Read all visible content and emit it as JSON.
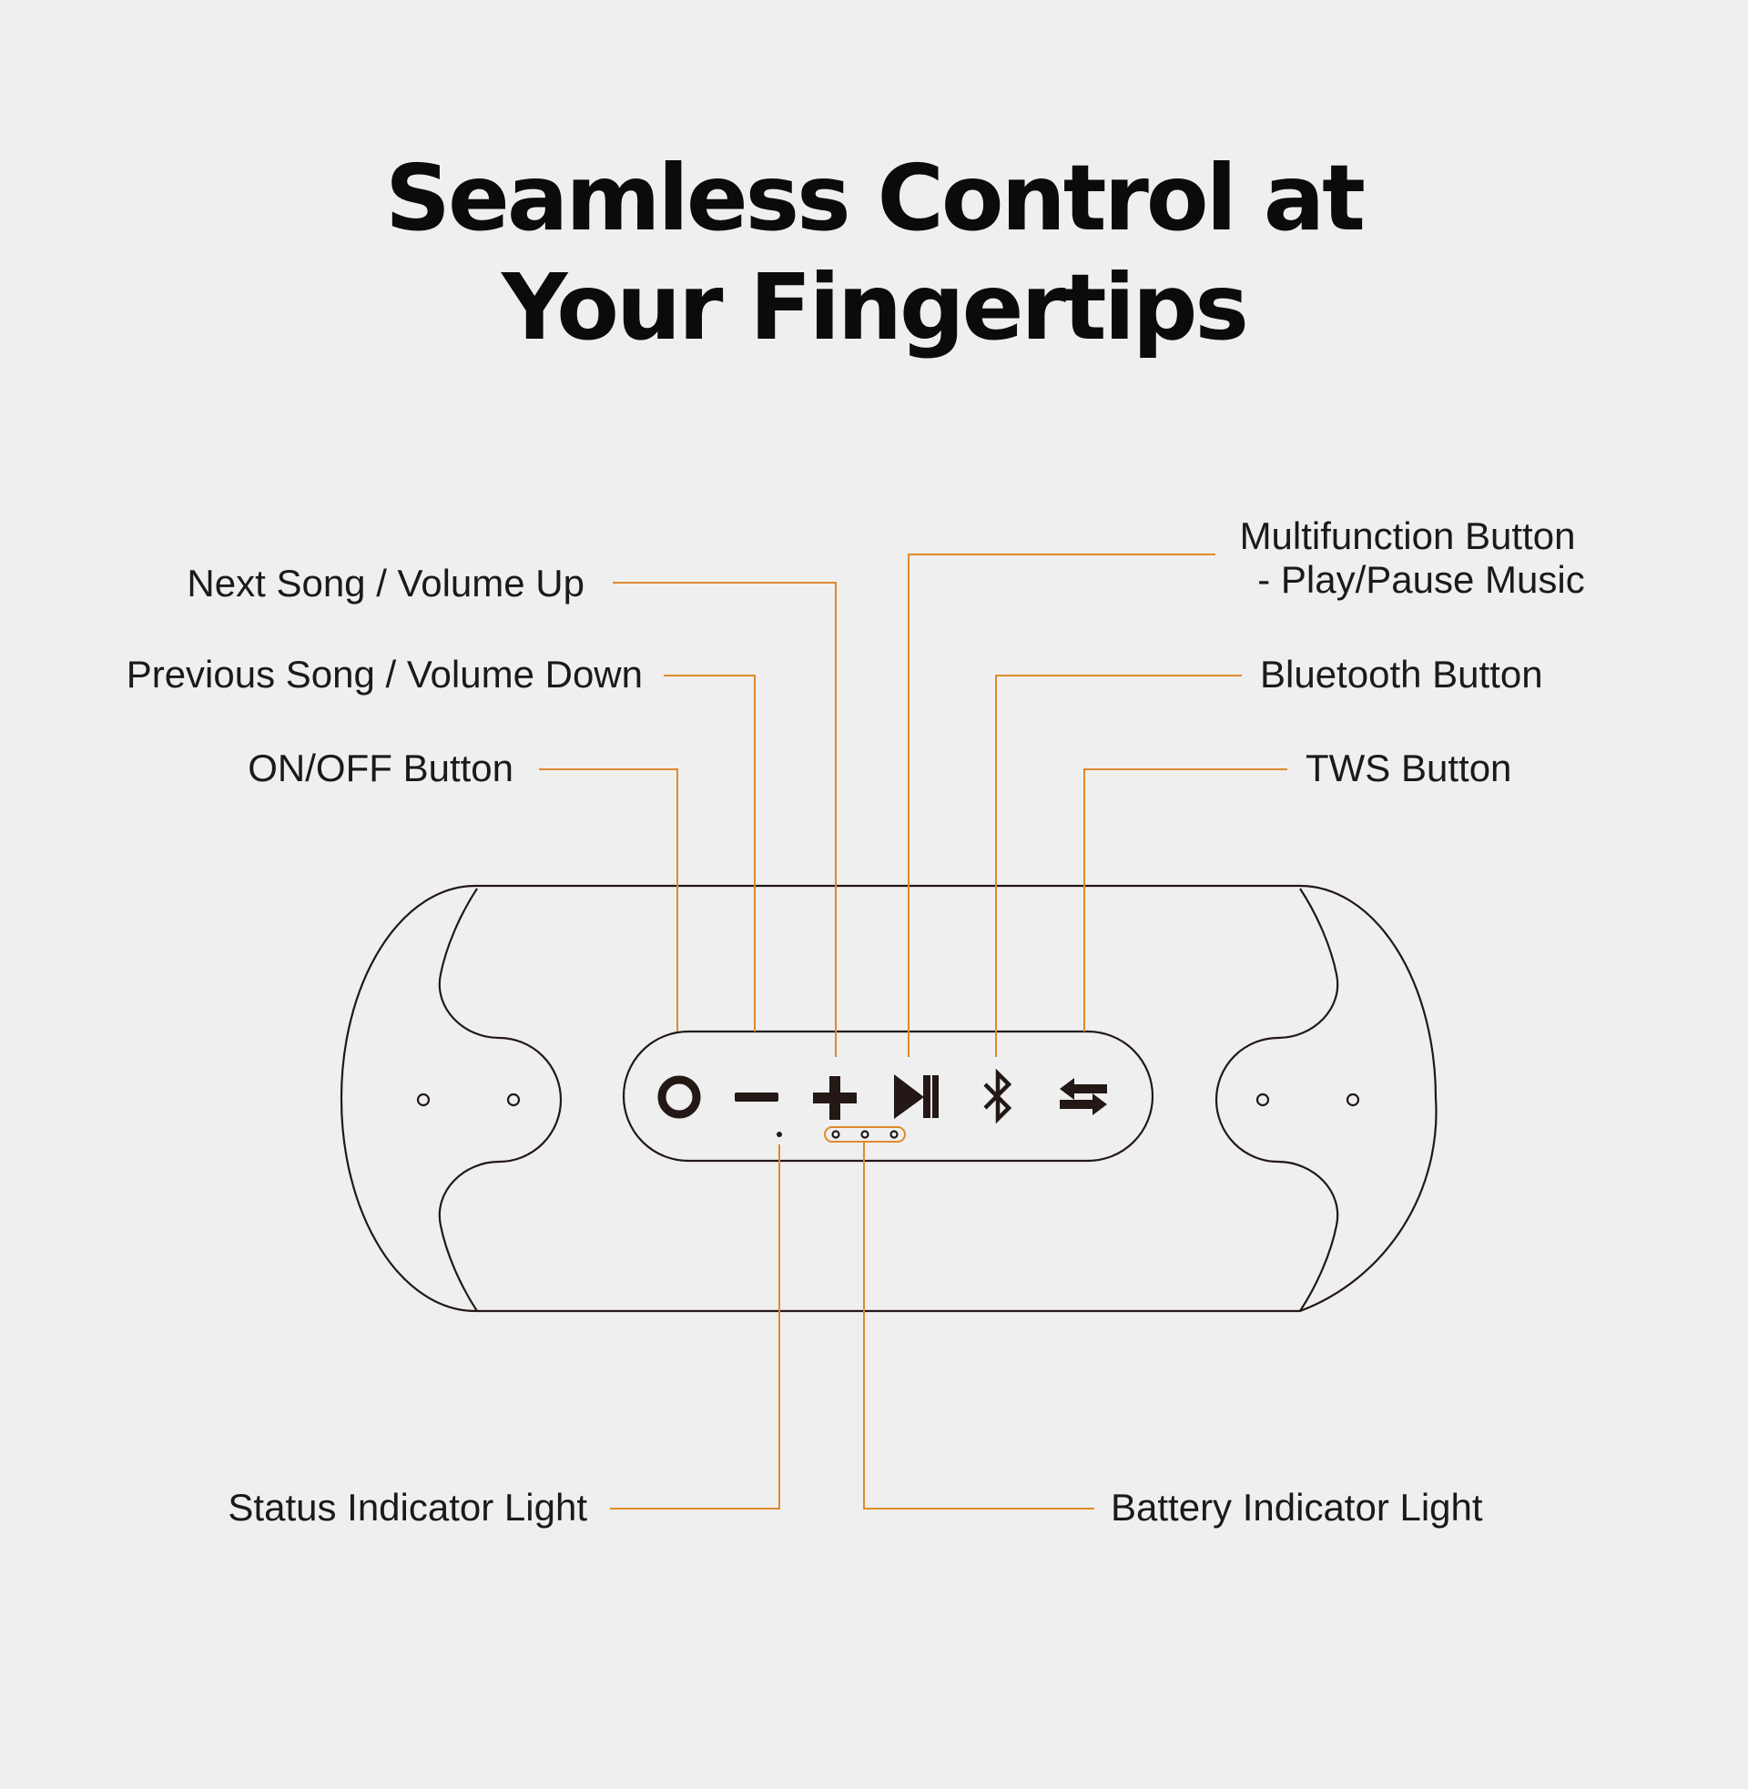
{
  "title": {
    "line1": "Seamless Control at",
    "line2": "Your Fingertips"
  },
  "labels": {
    "next_song": "Next Song / Volume Up",
    "previous_song": "Previous Song / Volume Down",
    "on_off": "ON/OFF Button",
    "multifunction_line1": "Multifunction Button",
    "multifunction_line2": "- Play/Pause Music",
    "bluetooth": "Bluetooth Button",
    "tws": "TWS Button",
    "status_light": "Status Indicator Light",
    "battery_light": "Battery Indicator Light"
  },
  "colors": {
    "background": "#efefef",
    "leader_line": "#e08a2c",
    "outline": "#231815",
    "text": "#1a1a1a"
  },
  "icons": [
    "power-icon",
    "minus-icon",
    "plus-icon",
    "play-pause-icon",
    "bluetooth-icon",
    "tws-icon"
  ]
}
